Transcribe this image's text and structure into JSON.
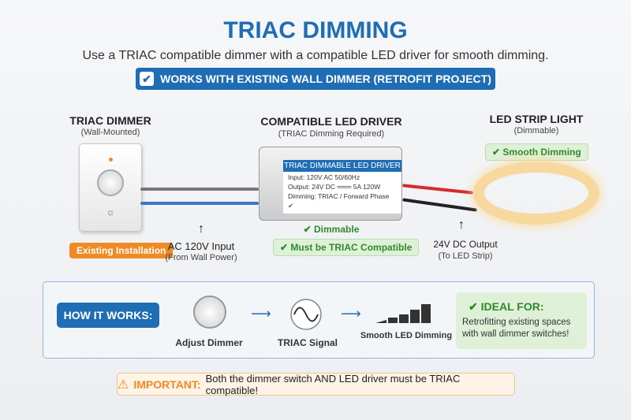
{
  "header": {
    "title": "TRIAC DIMMING",
    "subtitle": "Use a TRIAC compatible dimmer with a compatible LED driver for smooth dimming.",
    "banner": "WORKS WITH EXISTING WALL DIMMER (RETROFIT PROJECT)"
  },
  "dimmer": {
    "title": "TRIAC DIMMER",
    "subtitle": "(Wall-Mounted)",
    "badge": "Existing Installation"
  },
  "input": {
    "title": "AC 120V Input",
    "subtitle": "(From Wall Power)"
  },
  "driver": {
    "title": "COMPATIBLE LED DRIVER",
    "subtitle": "(TRIAC Dimming Required)",
    "label": "TRIAC DIMMABLE LED DRIVER",
    "input": "Input: 120V AC  50/60Hz",
    "output": "Output: 24V DC ═══ 5A  120W",
    "dimming": "Dimming: TRIAC / Forward Phase",
    "dimmable": "Dimmable",
    "compat": "Must be TRIAC Compatible"
  },
  "output": {
    "title": "24V DC Output",
    "subtitle": "(To LED Strip)"
  },
  "strip": {
    "title": "LED STRIP LIGHT",
    "subtitle": "(Dimmable)",
    "badge": "Smooth Dimming"
  },
  "how": {
    "label": "HOW IT WORKS:",
    "steps": [
      "Adjust Dimmer",
      "TRIAC Signal",
      "Smooth LED Dimming"
    ],
    "ideal_title": "IDEAL FOR:",
    "ideal_text": "Retrofitting existing spaces with wall dimmer switches!"
  },
  "important": {
    "label": "IMPORTANT:",
    "text": "Both the dimmer switch AND LED driver must be TRIAC compatible!"
  },
  "colors": {
    "primary": "#1f6db5",
    "green": "#2f8a2a",
    "orange": "#f08a24"
  }
}
